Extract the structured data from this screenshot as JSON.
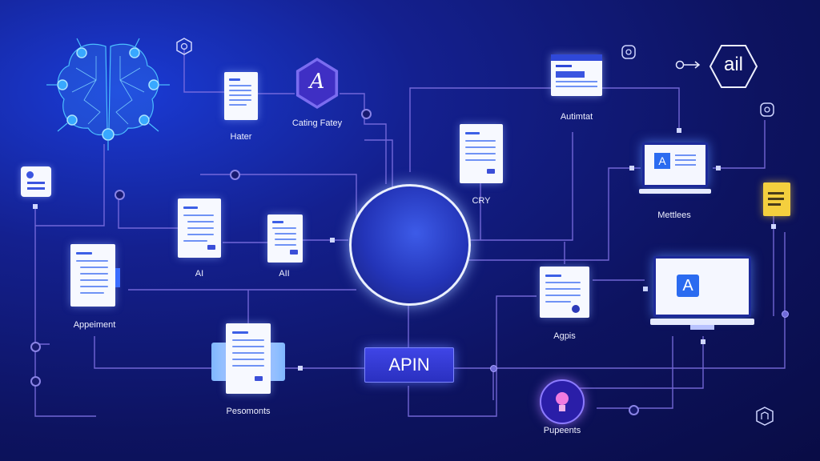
{
  "nodes": {
    "hater_label": "Hater",
    "dating_label": "Cating Fatey",
    "brand_logo_text": "A",
    "ai_left_label": "AI",
    "ai_mid_label": "AII",
    "appointment_label": "Appeiment",
    "documents_label": "Pesomonts",
    "apin_label": "APIN",
    "automated_label": "Autimtat",
    "crx_label": "CRY",
    "methods_label": "Mettlees",
    "apps_label": "Agpis",
    "puppents_label": "Pupeents",
    "ail_badge": "ail",
    "monitor_small_text": "A",
    "monitor_large_text": "A"
  },
  "colors": {
    "background": "#0d1360",
    "accent": "#4b62ff",
    "wire": "#7d6fe0",
    "brain": "#3fb0ff"
  }
}
